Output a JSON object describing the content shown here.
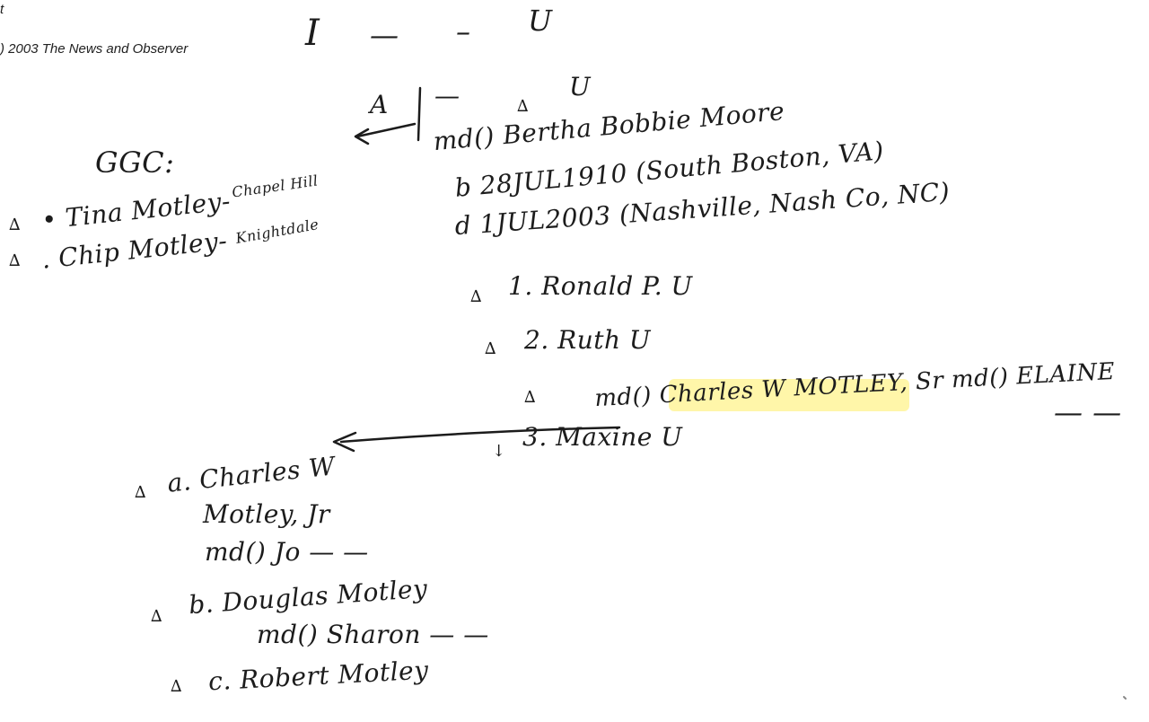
{
  "header": {
    "line1": "t",
    "copyright": ") 2003 The News and Observer"
  },
  "top_marks": {
    "i_mark": "I",
    "dash1": "—",
    "dash2": "–",
    "u_mark": "U"
  },
  "a_line": {
    "a_mark": "A",
    "dash": "—",
    "tri": "∆",
    "u_mark": "U"
  },
  "ggc": {
    "heading": "GGC:",
    "items": [
      {
        "marker": "∆",
        "name": "• Tina Motley-",
        "place": "Chapel Hill"
      },
      {
        "marker": "∆",
        "name": ". Chip Motley-",
        "place": "Knightdale"
      }
    ]
  },
  "main": {
    "married": "md() Bertha Bobbie Moore",
    "born": "b 28JUL1910 (South Boston, VA)",
    "died": "d 1JUL2003 (Nashville, Nash Co, NC)",
    "children": [
      {
        "marker": "∆",
        "text": "1. Ronald P. U"
      },
      {
        "marker": "∆",
        "text": "2. Ruth U"
      },
      {
        "marker": "∆",
        "text": "md() Charles W MOTLEY, Sr md() ELAINE"
      },
      {
        "marker": "↓",
        "text": "3. Maxine U"
      }
    ],
    "elaine_dash": "— —"
  },
  "grandchildren": [
    {
      "marker": "∆",
      "line1": "a. Charles W",
      "line2": "Motley, Jr",
      "line3": "md() Jo — —"
    },
    {
      "marker": "∆",
      "line1": "b. Douglas Motley",
      "line2": "md() Sharon — —"
    },
    {
      "marker": "∆",
      "line1": "c. Robert Motley"
    }
  ]
}
